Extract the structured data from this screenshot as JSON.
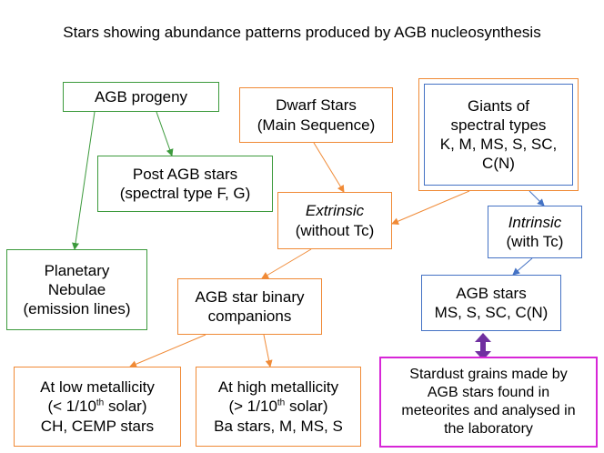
{
  "title": "Stars showing abundance patterns produced by AGB nucleosynthesis",
  "colors": {
    "green": "#3c9a3c",
    "orange": "#f08a36",
    "blue": "#4472c4",
    "magenta": "#d726d7",
    "purple_arrow": "#7030a0"
  },
  "nodes": {
    "agb_progeny": {
      "lines": [
        "AGB progeny"
      ]
    },
    "post_agb": {
      "lines": [
        "Post AGB stars",
        "(spectral type F, G)"
      ]
    },
    "planetary": {
      "lines": [
        "Planetary",
        "Nebulae",
        "(emission lines)"
      ]
    },
    "dwarf": {
      "lines": [
        "Dwarf Stars",
        "(Main Sequence)"
      ]
    },
    "giants": {
      "lines": [
        "Giants of",
        "spectral types",
        "K, M, MS, S, SC,",
        "C(N)"
      ]
    },
    "extrinsic": {
      "lines": [
        "Extrinsic",
        "(without Tc)"
      ]
    },
    "intrinsic": {
      "lines": [
        "Intrinsic",
        "(with Tc)"
      ]
    },
    "binary": {
      "lines": [
        "AGB star binary",
        "companions"
      ]
    },
    "agb_stars": {
      "lines": [
        "AGB stars",
        "MS, S, SC, C(N)"
      ]
    },
    "low_met": {
      "line1": "At low metallicity",
      "line2_pre": "(< 1/10",
      "line2_sup": "th",
      "line2_post": " solar)",
      "line3": "CH, CEMP stars"
    },
    "high_met": {
      "line1": "At high metallicity",
      "line2_pre": "(> 1/10",
      "line2_sup": "th",
      "line2_post": " solar)",
      "line3": "Ba stars, M, MS, S"
    },
    "stardust": {
      "lines": [
        "Stardust grains made by",
        "AGB stars found in",
        "meteorites and analysed in",
        "the laboratory"
      ]
    }
  }
}
